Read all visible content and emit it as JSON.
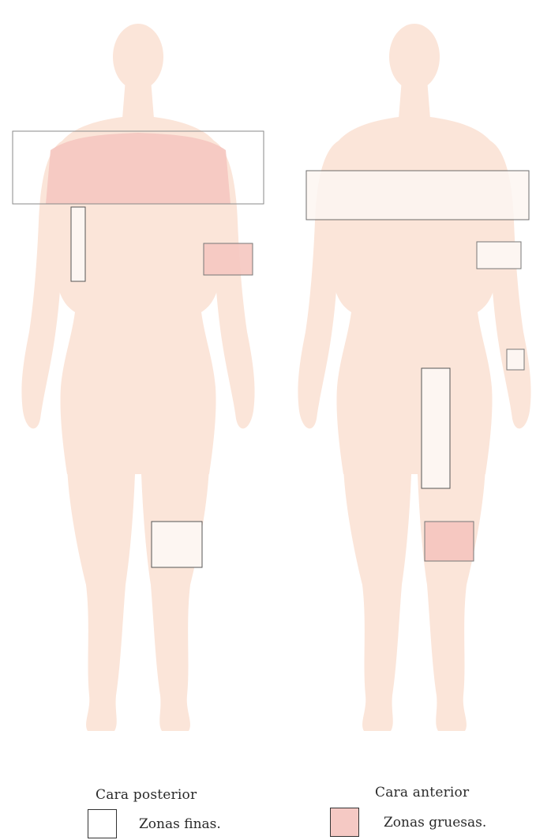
{
  "figures": {
    "posterior": {
      "caption": "Cara posterior"
    },
    "anterior": {
      "caption": "Cara anterior"
    }
  },
  "legend": {
    "fine": {
      "label": "Zonas finas.",
      "color": "#ffffff"
    },
    "thick": {
      "label": "Zonas gruesas.",
      "color": "#f5c9c4"
    }
  },
  "colors": {
    "skin": "#fbe5d9",
    "thick_zone": "#f5c6c0",
    "fine_zone": "#fdf6f2",
    "outline": "#555555"
  }
}
